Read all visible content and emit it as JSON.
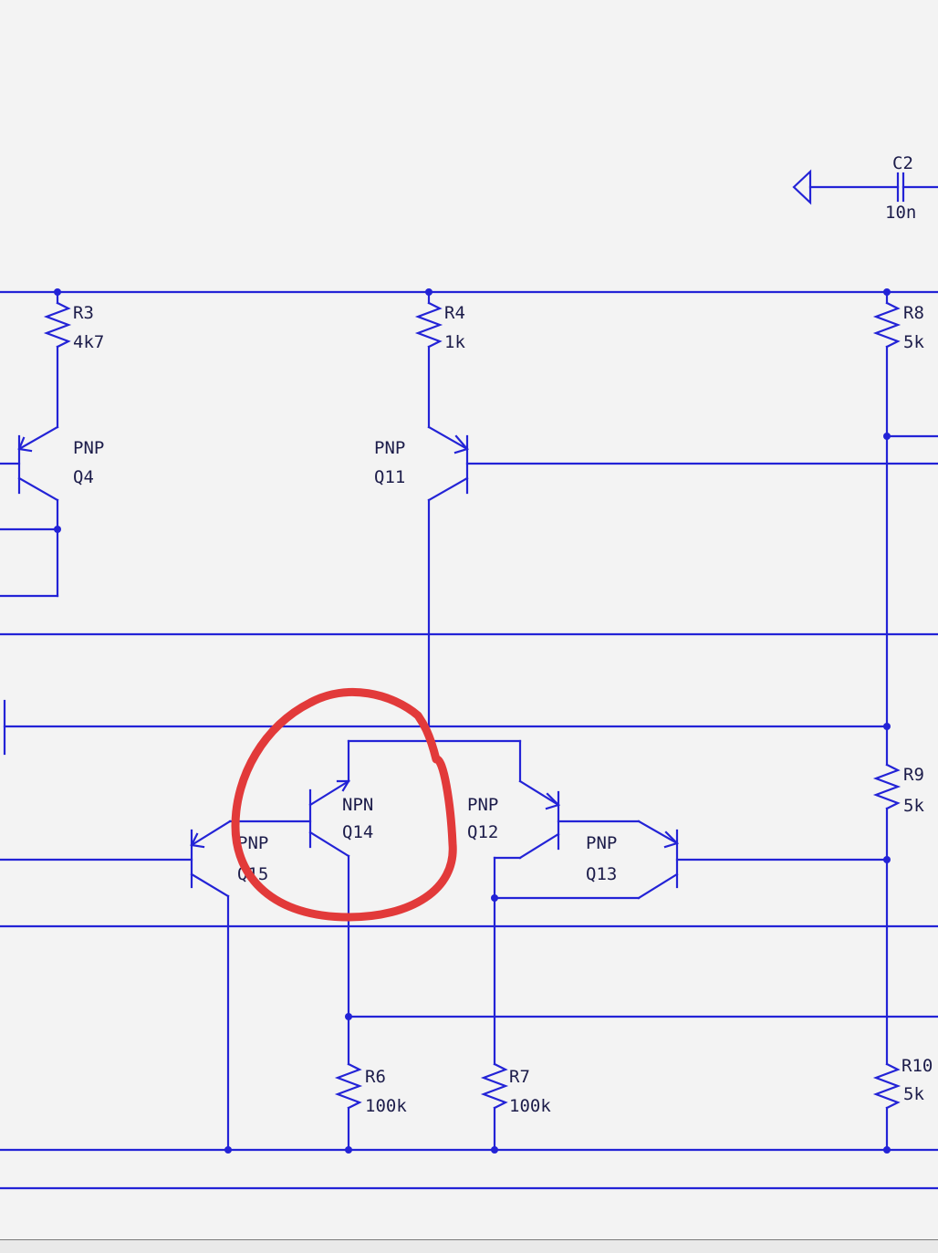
{
  "components": {
    "c2": {
      "ref": "C2",
      "value": "10n"
    },
    "r3": {
      "ref": "R3",
      "value": "4k7"
    },
    "r4": {
      "ref": "R4",
      "value": "1k"
    },
    "r8": {
      "ref": "R8",
      "value": "5k"
    },
    "r9": {
      "ref": "R9",
      "value": "5k"
    },
    "r10": {
      "ref": "R10",
      "value": "5k"
    },
    "r6": {
      "ref": "R6",
      "value": "100k"
    },
    "r7": {
      "ref": "R7",
      "value": "100k"
    },
    "q4": {
      "type": "PNP",
      "ref": "Q4"
    },
    "q11": {
      "type": "PNP",
      "ref": "Q11"
    },
    "q12": {
      "type": "PNP",
      "ref": "Q12"
    },
    "q13": {
      "type": "PNP",
      "ref": "Q13"
    },
    "q14": {
      "type": "NPN",
      "ref": "Q14"
    },
    "q15": {
      "type": "PNP",
      "ref": "Q15"
    }
  },
  "colors": {
    "wire": "#2323d6",
    "annotation": "#e23a3a",
    "background": "#f3f3f3"
  }
}
